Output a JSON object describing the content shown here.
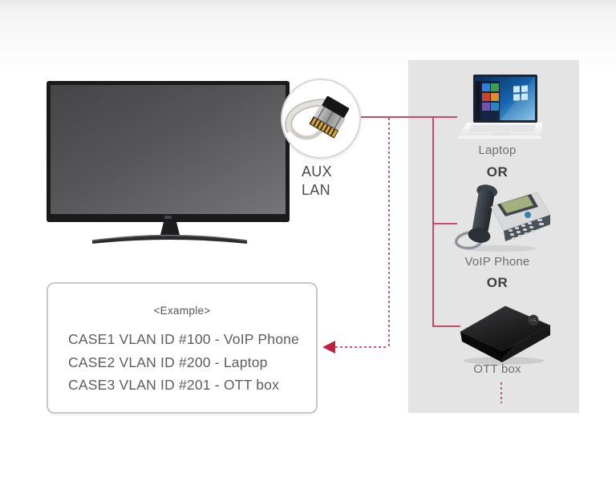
{
  "diagram": {
    "aux_lan": {
      "line1": "AUX",
      "line2": "LAN"
    },
    "devices": {
      "laptop": {
        "label": "Laptop"
      },
      "voip": {
        "label": "VoIP Phone"
      },
      "ott": {
        "label": "OTT box"
      }
    },
    "separators": {
      "or1": "OR",
      "or2": "OR"
    },
    "example": {
      "title": "<Example>",
      "cases": [
        "CASE1 VLAN ID #100 - VoIP Phone",
        "CASE2 VLAN ID #200 - Laptop",
        "CASE3 VLAN ID #201 - OTT box"
      ]
    },
    "colors": {
      "connector_line": "#c84a6b",
      "arrow": "#c1203f",
      "panel_background": "#e4e4e4"
    }
  }
}
